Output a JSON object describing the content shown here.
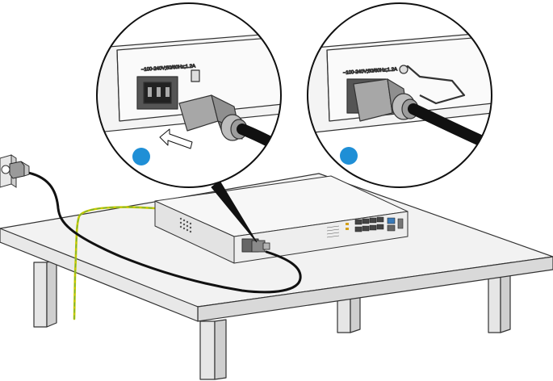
{
  "figure": {
    "caption": "",
    "callout_left": {
      "label_text": "~100-240V;50/60Hz;1.2A",
      "step_marker_color": "#1f8fd6",
      "arrow": "insert-direction-arrow"
    },
    "callout_right": {
      "label_text": "~100-240V;50/60Hz;1.2A",
      "step_marker_color": "#1f8fd6",
      "retainer": "power-cord-retainer-clip"
    },
    "scene": {
      "objects": [
        "wall-outlet",
        "power-plug",
        "power-cord",
        "grounding-cable",
        "switch-device",
        "workbench-table"
      ],
      "grounding_cable_colors": [
        "#c8c800",
        "#6db33f"
      ]
    }
  }
}
